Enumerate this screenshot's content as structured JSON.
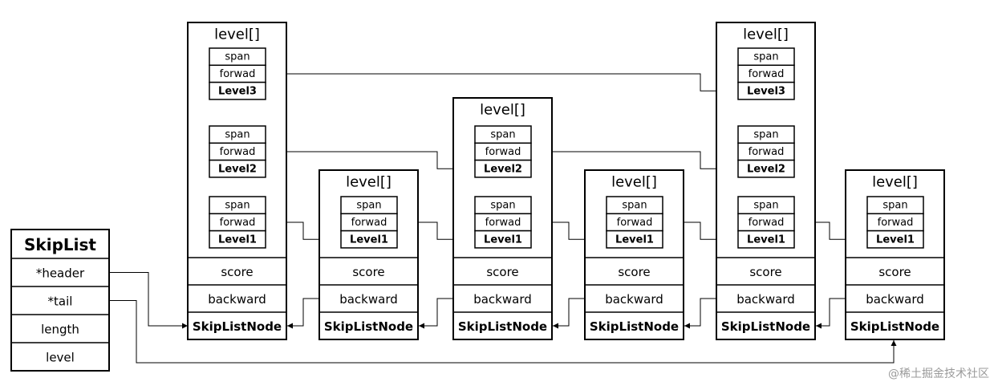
{
  "skiplist": {
    "title": "SkipList",
    "fields": [
      "*header",
      "*tail",
      "length",
      "level"
    ]
  },
  "node": {
    "level_header": "level[]",
    "span_label": "span",
    "forward_label": "forwad",
    "score_label": "score",
    "backward_label": "backward",
    "type_label": "SkipListNode",
    "level_names": [
      "Level1",
      "Level2",
      "Level3"
    ]
  },
  "nodes": [
    {
      "id": "header",
      "levels": 3
    },
    {
      "id": "n1",
      "levels": 1
    },
    {
      "id": "n2",
      "levels": 2
    },
    {
      "id": "n3",
      "levels": 1
    },
    {
      "id": "n4",
      "levels": 3
    },
    {
      "id": "n5",
      "levels": 1
    }
  ],
  "forward_links": [
    {
      "level": 3,
      "from": 0,
      "to": 4
    },
    {
      "level": 2,
      "from": 0,
      "to": 2
    },
    {
      "level": 2,
      "from": 2,
      "to": 4
    },
    {
      "level": 1,
      "from": 0,
      "to": 1
    },
    {
      "level": 1,
      "from": 1,
      "to": 2
    },
    {
      "level": 1,
      "from": 2,
      "to": 3
    },
    {
      "level": 1,
      "from": 3,
      "to": 4
    },
    {
      "level": 1,
      "from": 4,
      "to": 5
    }
  ],
  "backward_links": [
    {
      "from": 1,
      "to": 0
    },
    {
      "from": 2,
      "to": 1
    },
    {
      "from": 3,
      "to": 2
    },
    {
      "from": 4,
      "to": 3
    },
    {
      "from": 5,
      "to": 4
    }
  ],
  "pointer_links": [
    {
      "field": "*header",
      "to": 0
    },
    {
      "field": "*tail",
      "to": 5
    }
  ],
  "watermark": "@稀土掘金技术社区"
}
